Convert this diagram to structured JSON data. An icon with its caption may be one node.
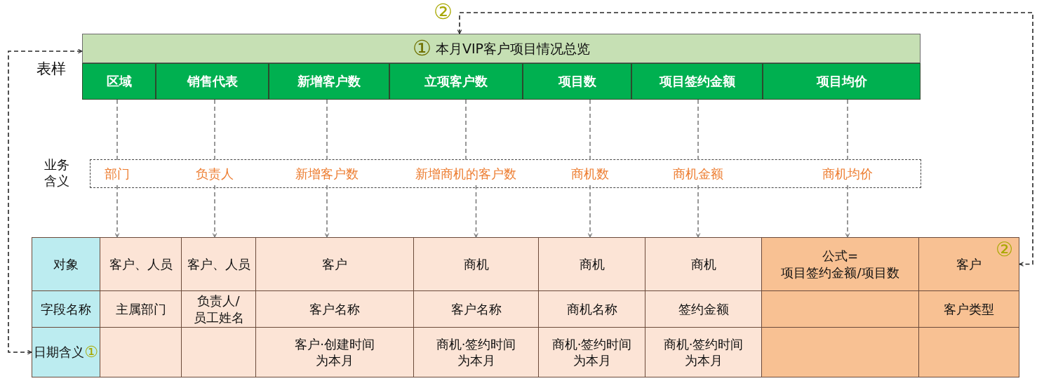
{
  "diagram": {
    "nodes": [
      {
        "text": [
          "①",
          "本月VIP客户项目情况总览"
        ],
        "beside": [
          "②"
        ]
      },
      {
        "text": [
          "区域"
        ]
      },
      {
        "text": [
          "销售代表"
        ]
      },
      {
        "text": [
          "新增客户数"
        ]
      },
      {
        "text": [
          "立项客户数"
        ]
      },
      {
        "text": [
          "项目数"
        ]
      },
      {
        "text": [
          "项目签约金额"
        ]
      },
      {
        "text": [
          "项目均价"
        ]
      },
      {
        "text": [
          "业务含义"
        ]
      },
      {
        "text": [
          "部门"
        ],
        "in": 8
      },
      {
        "text": [
          "负责人"
        ],
        "in": 8
      },
      {
        "text": [
          "新增客户数"
        ],
        "in": 8
      },
      {
        "text": [
          "新增商机的客户数"
        ],
        "in": 8
      },
      {
        "text": [
          "商机数"
        ],
        "in": 8
      },
      {
        "text": [
          "商机金额"
        ],
        "in": 8
      },
      {
        "text": [
          "商机均价"
        ],
        "in": 8
      },
      {
        "text": [
          "对象"
        ]
      },
      {
        "text": [
          "客户、人员"
        ]
      },
      {
        "text": [
          "客户、人员"
        ]
      },
      {
        "text": [
          "客户"
        ]
      },
      {
        "text": [
          "商机"
        ]
      },
      {
        "text": [
          "商机"
        ]
      },
      {
        "text": [
          "商机"
        ]
      },
      {
        "text": [
          "公式=",
          "项目签约金额/项目数"
        ]
      },
      {
        "text": [
          "②",
          "客户"
        ]
      },
      {
        "text": [
          "字段名称"
        ]
      },
      {
        "text": [
          "主属部门"
        ]
      },
      {
        "text": [
          "负责人/员工姓名"
        ]
      },
      {
        "text": [
          "客户名称"
        ]
      },
      {
        "text": [
          "客户名称"
        ]
      },
      {
        "text": [
          "商机名称"
        ]
      },
      {
        "text": [
          "签约金额"
        ]
      },
      {
        "text": [],
        "shape": "box"
      },
      {
        "text": [
          "客户类型"
        ]
      },
      {
        "text": [
          "日期含义",
          "①"
        ]
      },
      {
        "text": [],
        "shape": "box"
      },
      {
        "text": [],
        "shape": "box"
      },
      {
        "text": [
          "客户·创建时间为本月"
        ]
      },
      {
        "text": [
          "商机·签约时间为本月"
        ]
      },
      {
        "text": [
          "商机·签约时间为本月"
        ]
      },
      {
        "text": [
          "商机·签约时间为本月"
        ]
      },
      {
        "text": [],
        "shape": "box"
      },
      {
        "text": [],
        "shape": "box"
      }
    ],
    "edges": [
      {
        "from": 1,
        "to": 9,
        "arrow": "none",
        "style": "dashed"
      },
      {
        "from": 2,
        "to": 10,
        "arrow": "none",
        "style": "dashed"
      },
      {
        "from": 3,
        "to": 11,
        "arrow": "none",
        "style": "dashed"
      },
      {
        "from": 4,
        "to": 12,
        "arrow": "none",
        "style": "dashed"
      },
      {
        "from": 5,
        "to": 13,
        "arrow": "none",
        "style": "dashed"
      },
      {
        "from": 6,
        "to": 14,
        "arrow": "none",
        "style": "dashed"
      },
      {
        "from": 7,
        "to": 15,
        "arrow": "none",
        "style": "dashed"
      },
      {
        "from": 9,
        "to": 17,
        "arrow": "to",
        "style": "dashed"
      },
      {
        "from": 10,
        "to": 18,
        "arrow": "to",
        "style": "dashed"
      },
      {
        "from": 11,
        "to": 19,
        "arrow": "to",
        "style": "dashed"
      },
      {
        "from": 12,
        "to": 20,
        "arrow": "to",
        "style": "dashed"
      },
      {
        "from": 13,
        "to": 21,
        "arrow": "to",
        "style": "dashed"
      },
      {
        "from": 14,
        "to": 22,
        "arrow": "to",
        "style": "dashed"
      },
      {
        "from": 15,
        "to": 23,
        "arrow": "to",
        "style": "dashed"
      },
      {
        "from": 34,
        "to": 0,
        "arrow": "both",
        "style": "dashed",
        "color": "#262626"
      },
      {
        "from": 0,
        "to": 24,
        "arrow": "both",
        "style": "dashed",
        "color": "#262626"
      }
    ],
    "labels": [
      "表样"
    ]
  }
}
